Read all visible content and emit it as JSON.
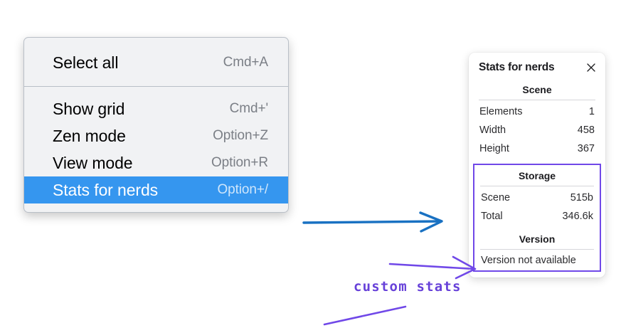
{
  "context_menu": {
    "groups": [
      {
        "items": [
          {
            "label": "Select all",
            "shortcut": "Cmd+A",
            "selected": false
          }
        ]
      },
      {
        "items": [
          {
            "label": "Show grid",
            "shortcut": "Cmd+'",
            "selected": false
          },
          {
            "label": "Zen mode",
            "shortcut": "Option+Z",
            "selected": false
          },
          {
            "label": "View mode",
            "shortcut": "Option+R",
            "selected": false
          },
          {
            "label": "Stats for nerds",
            "shortcut": "Option+/",
            "selected": true
          }
        ]
      }
    ],
    "selected_color": "#3596ef",
    "background": "#f1f2f4"
  },
  "stats_panel": {
    "title": "Stats for nerds",
    "close_icon": "close-icon",
    "sections": [
      {
        "name": "scene",
        "title": "Scene",
        "rows": [
          {
            "key": "Elements",
            "value": "1"
          },
          {
            "key": "Width",
            "value": "458"
          },
          {
            "key": "Height",
            "value": "367"
          }
        ]
      },
      {
        "name": "storage",
        "title": "Storage",
        "rows": [
          {
            "key": "Scene",
            "value": "515b"
          },
          {
            "key": "Total",
            "value": "346.6k"
          }
        ]
      },
      {
        "name": "version",
        "title": "Version",
        "note": "Version not available"
      }
    ],
    "highlight_color": "#7048e8"
  },
  "annotations": {
    "label": "custom stats",
    "label_color": "#6741d9",
    "blue_arrow_color": "#1971c2",
    "purple_arrow_color": "#7048e8"
  }
}
